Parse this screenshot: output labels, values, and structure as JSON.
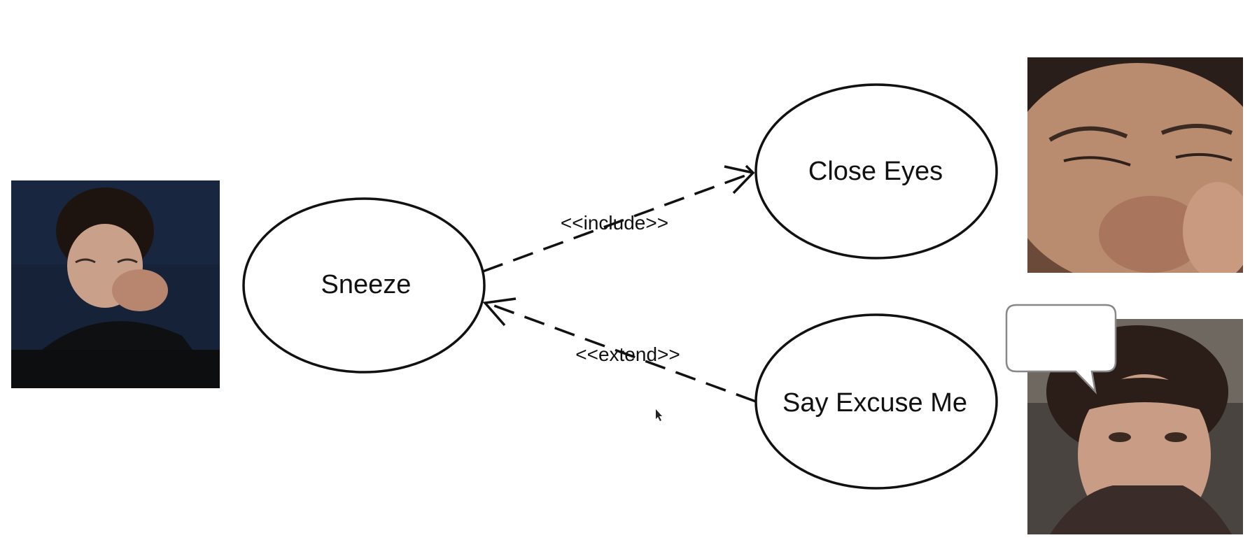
{
  "diagram": {
    "use_cases": {
      "sneeze": "Sneeze",
      "close_eyes": "Close Eyes",
      "say_excuse_me": "Say Excuse Me"
    },
    "relations": {
      "include": "<<include>>",
      "extend": "<<extend>>"
    },
    "photos": [
      {
        "name": "sneezing-woman-photo"
      },
      {
        "name": "squinting-face-photo"
      },
      {
        "name": "woman-speech-photo"
      }
    ]
  },
  "colors": {
    "stroke": "#111111",
    "photo_dark_bg": "#152238",
    "skin": "#c9a08a",
    "hair": "#2a1e1a",
    "bubble_stroke": "#888888"
  }
}
